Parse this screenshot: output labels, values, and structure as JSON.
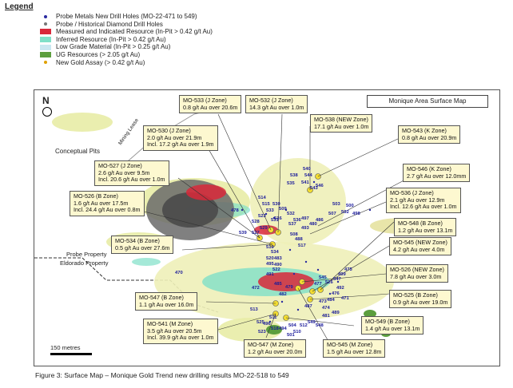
{
  "legend": {
    "title": "Legend",
    "items": [
      {
        "label": "Probe Metals New Drill Holes (MO-22-471 to 549)",
        "kind": "dot",
        "color": "#2a2aa0"
      },
      {
        "label": "Probe / Historical Diamond Drill Holes",
        "kind": "dot",
        "color": "#777777"
      },
      {
        "label": "Measured and Indicated Resource (In-Pit > 0.42 g/t Au)",
        "kind": "swatch",
        "color": "#d8283a"
      },
      {
        "label": "Inferred Resource (In-Pit > 0.42 g/t Au)",
        "kind": "swatch",
        "color": "#7fe0c8"
      },
      {
        "label": "Low Grade Material (In-Pit > 0.25 g/t Au)",
        "kind": "swatch",
        "color": "#c9e7f0"
      },
      {
        "label": "UG Resources (> 2.05 g/t Au)",
        "kind": "swatch",
        "color": "#5c9e3e"
      },
      {
        "label": "New Gold Assay (> 0.42 g/t Au)",
        "kind": "dot",
        "color": "#e0a000"
      }
    ]
  },
  "map": {
    "title": "Monique Area Surface Map",
    "north": "N",
    "scale_label": "150 metres",
    "labels": {
      "conceptual_pits": "Conceptual Pits",
      "mining_lease": "Mining Lease",
      "probe_property": "Probe Property",
      "eldorado_property": "Eldorado Property"
    },
    "callouts": [
      {
        "id": "mo-533",
        "lines": [
          "MO-533 (J Zone)",
          "0.8 g/t Au over 20.6m"
        ]
      },
      {
        "id": "mo-532",
        "lines": [
          "MO-532 (J Zone)",
          "14.3 g/t Au over 1.0m"
        ]
      },
      {
        "id": "mo-530",
        "lines": [
          "MO-530 (J Zone)",
          "2.0 g/t Au over 21.9m",
          "Incl. 17.2 g/t Au over 1.9m"
        ]
      },
      {
        "id": "mo-538",
        "lines": [
          "MO-538 (NEW Zone)",
          "17.1 g/t Au over 1.0m"
        ]
      },
      {
        "id": "mo-543",
        "lines": [
          "MO-543 (K Zone)",
          "0.8 g/t Au over 20.9m"
        ]
      },
      {
        "id": "mo-527",
        "lines": [
          "MO-527 (J Zone)",
          "2.6 g/t Au over 9.5m",
          "Incl. 20.6 g/t Au over 1.0m"
        ]
      },
      {
        "id": "mo-546",
        "lines": [
          "MO-546 (K Zone)",
          "2.7 g/t Au over 12.0mm"
        ]
      },
      {
        "id": "mo-526b",
        "lines": [
          "MO-526 (B Zone)",
          "1.6 g/t Au over 17.5m",
          "Incl. 24.4 g/t Au over 0.8m"
        ]
      },
      {
        "id": "mo-536",
        "lines": [
          "MO-536 (J Zone)",
          "2.1 g/t Au over 12.9m",
          "Incl. 12.6 g/t Au over 1.0m"
        ]
      },
      {
        "id": "mo-548",
        "lines": [
          "MO-548 (B Zone)",
          "1.2 g/t Au over 13.1m"
        ]
      },
      {
        "id": "mo-534",
        "lines": [
          "MO-534 (B Zone)",
          "0.5 g/t Au over 27.6m"
        ]
      },
      {
        "id": "mo-545n",
        "lines": [
          "MO-545 (NEW Zone)",
          "4.2 g/t Au over 4.0m"
        ]
      },
      {
        "id": "mo-526n",
        "lines": [
          "MO-526 (NEW Zone)",
          "7.8 g/t Au over 3.0m"
        ]
      },
      {
        "id": "mo-547b",
        "lines": [
          "MO-547 (B Zone)",
          "1.1 g/t Au over 16.0m"
        ]
      },
      {
        "id": "mo-525",
        "lines": [
          "MO-525 (B Zone)",
          "0.9 g/t Au over 19.0m"
        ]
      },
      {
        "id": "mo-541",
        "lines": [
          "MO-541 (M Zone)",
          "3.5 g/t Au over 20.5m",
          "Incl. 39.9 g/t Au over 1.0m"
        ]
      },
      {
        "id": "mo-549",
        "lines": [
          "MO-549 (B Zone)",
          "1.4 g/t Au over 13.1m"
        ]
      },
      {
        "id": "mo-547m",
        "lines": [
          "MO-547 (M Zone)",
          "1.2 g/t Au over 20.0m"
        ]
      },
      {
        "id": "mo-545m",
        "lines": [
          "MO-545 (M Zone)",
          "1.5 g/t Au over 12.8m"
        ]
      }
    ],
    "holes": [
      "540",
      "538",
      "544",
      "546",
      "541",
      "535",
      "543",
      "514",
      "515",
      "530",
      "509",
      "533",
      "523",
      "532",
      "516",
      "536",
      "537",
      "531",
      "478",
      "528",
      "539",
      "529",
      "508",
      "527",
      "488",
      "497",
      "493",
      "480",
      "486",
      "503",
      "500",
      "498",
      "507",
      "502",
      "517",
      "519",
      "534",
      "520",
      "483",
      "522",
      "470",
      "495",
      "490",
      "491",
      "472",
      "485",
      "479",
      "482",
      "492",
      "476",
      "484",
      "473",
      "474",
      "487",
      "481",
      "489",
      "471",
      "513",
      "525",
      "511",
      "496",
      "523",
      "518",
      "494",
      "504",
      "501",
      "510",
      "512",
      "549",
      "548",
      "545",
      "526",
      "547",
      "499",
      "477",
      "475"
    ]
  },
  "caption": "Figure 3: Surface Map – Monique Gold Trend new drilling results MO-22-518 to 549"
}
